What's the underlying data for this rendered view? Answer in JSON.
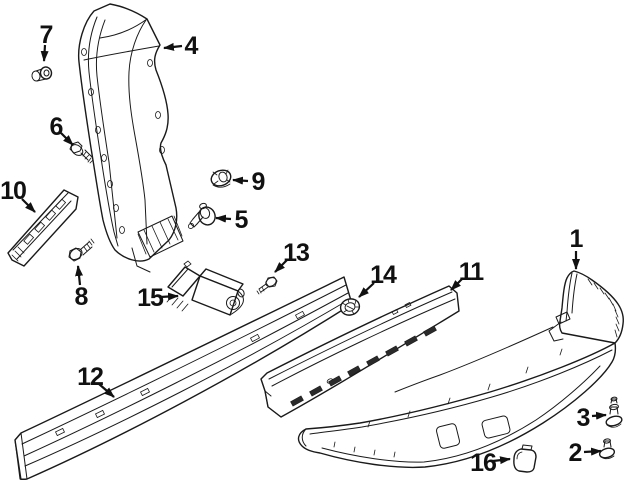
{
  "figure": {
    "type": "parts-diagram",
    "description_visible_text_only": true,
    "background_color": "#ffffff",
    "line_color": "#1a1a1a",
    "callout_color": "#111111",
    "callouts": [
      {
        "label": "1"
      },
      {
        "label": "2"
      },
      {
        "label": "3"
      },
      {
        "label": "4"
      },
      {
        "label": "5"
      },
      {
        "label": "6"
      },
      {
        "label": "7"
      },
      {
        "label": "8"
      },
      {
        "label": "9"
      },
      {
        "label": "10"
      },
      {
        "label": "11"
      },
      {
        "label": "12"
      },
      {
        "label": "13"
      },
      {
        "label": "14"
      },
      {
        "label": "15"
      },
      {
        "label": "16"
      }
    ]
  }
}
